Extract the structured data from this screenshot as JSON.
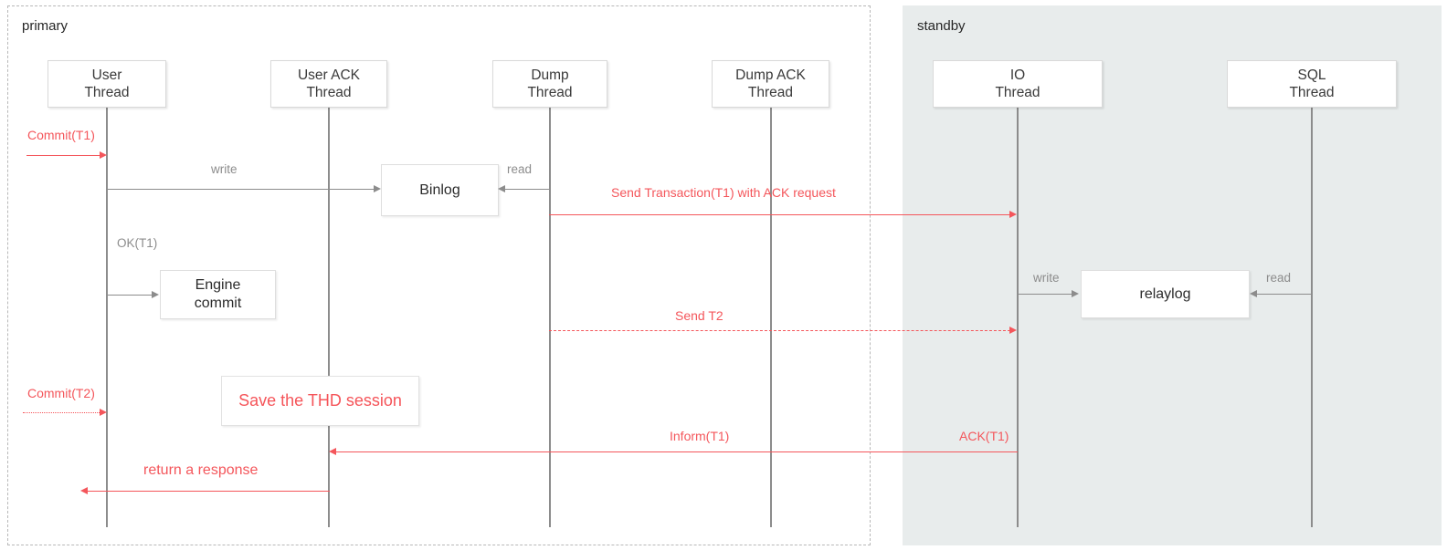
{
  "diagram": {
    "title": "MySQL semi-synchronous replication sequence",
    "colors": {
      "accent_red": "#f4565b",
      "gray_line": "#8c8c8c",
      "standby_bg": "#e8ecec",
      "primary_border": "#b8b8b8"
    }
  },
  "regions": [
    {
      "id": "primary",
      "label": "primary"
    },
    {
      "id": "standby",
      "label": "standby"
    }
  ],
  "actors": [
    {
      "id": "user-thread",
      "line1": "User",
      "line2": "Thread"
    },
    {
      "id": "user-ack-thread",
      "line1": "User ACK",
      "line2": "Thread"
    },
    {
      "id": "dump-thread",
      "line1": "Dump",
      "line2": "Thread"
    },
    {
      "id": "dump-ack-thread",
      "line1": "Dump ACK",
      "line2": "Thread"
    },
    {
      "id": "io-thread",
      "line1": "IO",
      "line2": "Thread"
    },
    {
      "id": "sql-thread",
      "line1": "SQL",
      "line2": "Thread"
    }
  ],
  "stores": [
    {
      "id": "binlog",
      "label": "Binlog"
    },
    {
      "id": "relaylog",
      "label": "relaylog"
    }
  ],
  "process_boxes": [
    {
      "id": "engine-commit",
      "line1": "Engine",
      "line2": "commit"
    }
  ],
  "notes": [
    {
      "id": "save-thd-session",
      "label": "Save the THD session"
    }
  ],
  "messages": [
    {
      "id": "commit-t1",
      "label": "Commit(T1)",
      "style": "red-solid"
    },
    {
      "id": "write-binlog",
      "label": "write",
      "style": "gray-solid"
    },
    {
      "id": "read-binlog",
      "label": "read",
      "style": "gray-solid"
    },
    {
      "id": "send-transaction-t1",
      "label": "Send Transaction(T1) with ACK request",
      "style": "red-solid"
    },
    {
      "id": "ok-t1",
      "label": "OK(T1)",
      "style": "gray-solid"
    },
    {
      "id": "send-t2",
      "label": "Send T2",
      "style": "red-dashed"
    },
    {
      "id": "write-relaylog",
      "label": "write",
      "style": "gray-solid"
    },
    {
      "id": "read-relaylog",
      "label": "read",
      "style": "gray-solid"
    },
    {
      "id": "commit-t2",
      "label": "Commit(T2)",
      "style": "red-dotted"
    },
    {
      "id": "inform-t1",
      "label": "Inform(T1)",
      "style": "red-solid"
    },
    {
      "id": "ack-t1",
      "label": "ACK(T1)",
      "style": "red-solid"
    },
    {
      "id": "return-response",
      "label": "return a response",
      "style": "red-solid"
    }
  ]
}
